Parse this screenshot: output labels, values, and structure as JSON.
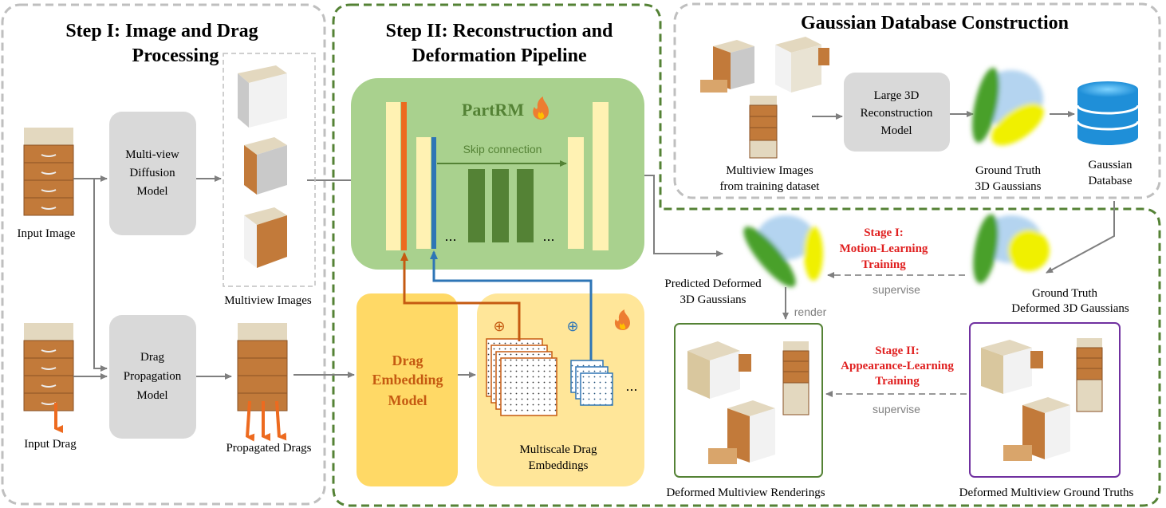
{
  "step1": {
    "title_line1": "Step I: Image and Drag",
    "title_line2": "Processing",
    "input_image_label": "Input Image",
    "input_drag_label": "Input Drag",
    "mvdiff_line1": "Multi-view",
    "mvdiff_line2": "Diffusion",
    "mvdiff_line3": "Model",
    "dragprop_line1": "Drag",
    "dragprop_line2": "Propagation",
    "dragprop_line3": "Model",
    "multiview_label": "Multiview Images",
    "propagated_label": "Propagated Drags"
  },
  "step2": {
    "title_line1": "Step II: Reconstruction and",
    "title_line2": "Deformation Pipeline",
    "partrm_label": "PartRM",
    "skip_label": "Skip connection",
    "ellipsis": "...",
    "drag_embed_line1": "Drag",
    "drag_embed_line2": "Embedding",
    "drag_embed_line3": "Model",
    "multiscale_line1": "Multiscale Drag",
    "multiscale_line2": "Embeddings",
    "plus_symbol": "⊕"
  },
  "gaussian_db": {
    "title": "Gaussian Database Construction",
    "mv_line1": "Multiview Images",
    "mv_line2": "from training dataset",
    "lrm_line1": "Large 3D",
    "lrm_line2": "Reconstruction",
    "lrm_line3": "Model",
    "gt_line1": "Ground Truth",
    "gt_line2": "3D Gaussians",
    "db_line1": "Gaussian",
    "db_line2": "Database"
  },
  "training": {
    "stage1_line1": "Stage I:",
    "stage1_line2": "Motion-Learning",
    "stage1_line3": "Training",
    "stage2_line1": "Stage II:",
    "stage2_line2": "Appearance-Learning",
    "stage2_line3": "Training",
    "supervise": "supervise",
    "render": "render",
    "pred_line1": "Predicted Deformed",
    "pred_line2": "3D Gaussians",
    "gtdef_line1": "Ground Truth",
    "gtdef_line2": "Deformed 3D Gaussians",
    "renderings_label": "Deformed Multiview Renderings",
    "gt_renderings_label": "Deformed Multiview Ground Truths"
  },
  "colors": {
    "green_box": "#a9d18e",
    "dark_green_bar": "#548235",
    "yellow_box": "#ffd966",
    "light_yellow_box": "#ffe699",
    "orange_arrow": "#c55a11",
    "blue_arrow": "#2e75b6",
    "red_text": "#e02020",
    "gray_box": "#d9d9d9"
  }
}
